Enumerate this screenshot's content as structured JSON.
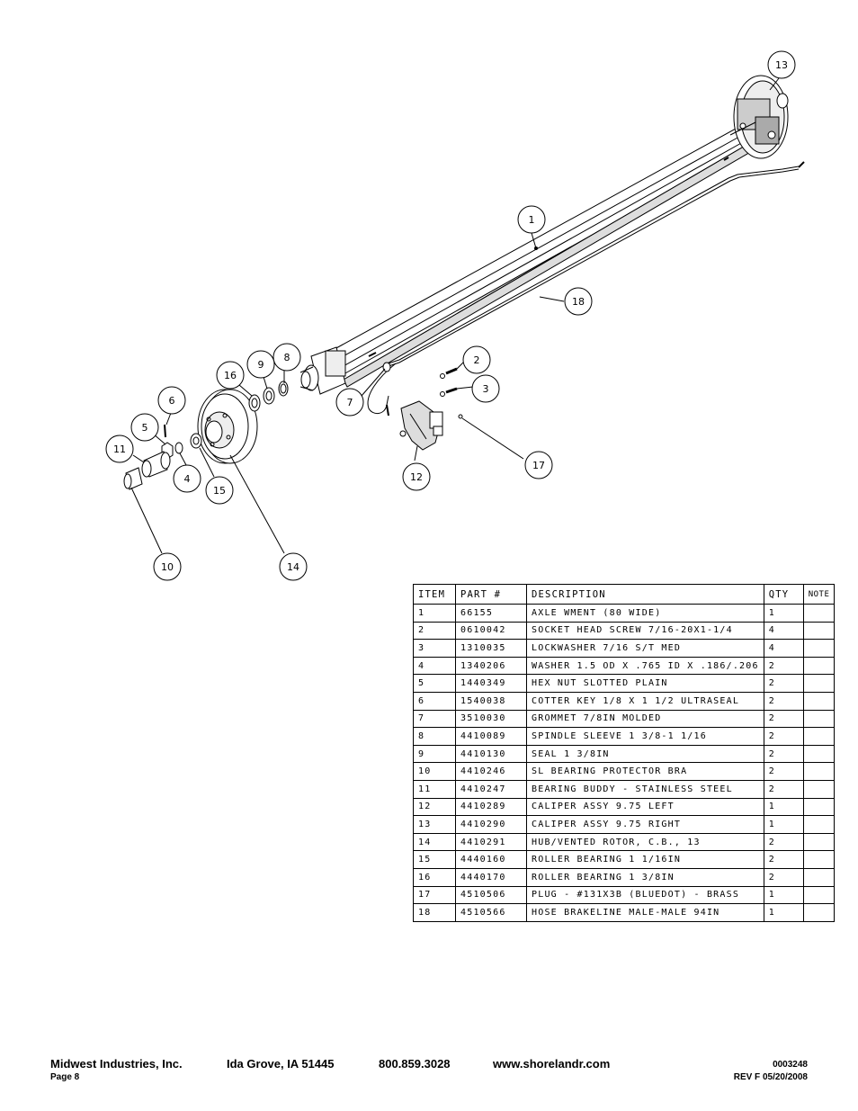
{
  "callouts": [
    {
      "label": "13"
    },
    {
      "label": "1"
    },
    {
      "label": "18"
    },
    {
      "label": "2"
    },
    {
      "label": "3"
    },
    {
      "label": "8"
    },
    {
      "label": "9"
    },
    {
      "label": "16"
    },
    {
      "label": "7"
    },
    {
      "label": "6"
    },
    {
      "label": "5"
    },
    {
      "label": "11"
    },
    {
      "label": "4"
    },
    {
      "label": "15"
    },
    {
      "label": "12"
    },
    {
      "label": "17"
    },
    {
      "label": "10"
    },
    {
      "label": "14"
    }
  ],
  "table": {
    "headers": {
      "item": "ITEM",
      "part": "PART #",
      "description": "DESCRIPTION",
      "qty": "QTY",
      "note": "NOTE"
    },
    "rows": [
      {
        "item": "1",
        "part": "66155",
        "description": "AXLE WMENT (80 WIDE)",
        "qty": "1",
        "note": ""
      },
      {
        "item": "2",
        "part": "0610042",
        "description": "SOCKET HEAD SCREW 7/16-20X1-1/4",
        "qty": "4",
        "note": ""
      },
      {
        "item": "3",
        "part": "1310035",
        "description": "LOCKWASHER 7/16 S/T MED",
        "qty": "4",
        "note": ""
      },
      {
        "item": "4",
        "part": "1340206",
        "description": "WASHER 1.5 OD X .765 ID X .186/.206",
        "qty": "2",
        "note": ""
      },
      {
        "item": "5",
        "part": "1440349",
        "description": "HEX NUT SLOTTED PLAIN",
        "qty": "2",
        "note": ""
      },
      {
        "item": "6",
        "part": "1540038",
        "description": "COTTER KEY 1/8 X 1 1/2 ULTRASEAL",
        "qty": "2",
        "note": ""
      },
      {
        "item": "7",
        "part": "3510030",
        "description": "GROMMET  7/8IN MOLDED",
        "qty": "2",
        "note": ""
      },
      {
        "item": "8",
        "part": "4410089",
        "description": "SPINDLE SLEEVE  1 3/8-1 1/16",
        "qty": "2",
        "note": ""
      },
      {
        "item": "9",
        "part": "4410130",
        "description": "SEAL  1 3/8IN",
        "qty": "2",
        "note": ""
      },
      {
        "item": "10",
        "part": "4410246",
        "description": "SL BEARING PROTECTOR BRA",
        "qty": "2",
        "note": ""
      },
      {
        "item": "11",
        "part": "4410247",
        "description": "BEARING BUDDY - STAINLESS STEEL",
        "qty": "2",
        "note": ""
      },
      {
        "item": "12",
        "part": "4410289",
        "description": "CALIPER ASSY 9.75 LEFT",
        "qty": "1",
        "note": ""
      },
      {
        "item": "13",
        "part": "4410290",
        "description": "CALIPER ASSY 9.75 RIGHT",
        "qty": "1",
        "note": ""
      },
      {
        "item": "14",
        "part": "4410291",
        "description": "HUB/VENTED ROTOR, C.B.,  13",
        "qty": "2",
        "note": ""
      },
      {
        "item": "15",
        "part": "4440160",
        "description": "ROLLER BEARING   1 1/16IN",
        "qty": "2",
        "note": ""
      },
      {
        "item": "16",
        "part": "4440170",
        "description": "ROLLER BEARING   1 3/8IN",
        "qty": "2",
        "note": ""
      },
      {
        "item": "17",
        "part": "4510506",
        "description": "PLUG - #131X3B (BLUEDOT) - BRASS",
        "qty": "1",
        "note": ""
      },
      {
        "item": "18",
        "part": "4510566",
        "description": "HOSE BRAKELINE MALE-MALE 94IN",
        "qty": "1",
        "note": ""
      }
    ]
  },
  "footer": {
    "company": "Midwest Industries, Inc.",
    "location": "Ida Grove, IA  51445",
    "phone": "800.859.3028",
    "website": "www.shorelandr.com",
    "page": "Page 8",
    "doc_number": "0003248",
    "revision": "REV  F  05/20/2008"
  }
}
